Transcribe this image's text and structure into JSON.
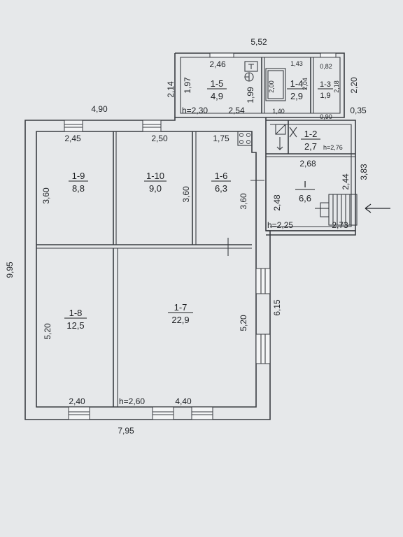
{
  "rooms": [
    {
      "id": "1-9",
      "area": "8,8"
    },
    {
      "id": "1-10",
      "area": "9,0"
    },
    {
      "id": "1-6",
      "area": "6,3"
    },
    {
      "id": "1-8",
      "area": "12,5"
    },
    {
      "id": "1-7",
      "area": "22,9"
    },
    {
      "id": "1-5",
      "area": "4,9"
    },
    {
      "id": "1-4",
      "area": "2,9"
    },
    {
      "id": "1-3",
      "area": "1,9"
    },
    {
      "id": "1-2",
      "area": "2,7"
    },
    {
      "id": "I",
      "area": "6,6"
    }
  ],
  "dimensions": {
    "top_552": "5,52",
    "d_490": "4,90",
    "d_246": "2,46",
    "d_214": "2,14",
    "d_197": "1,97",
    "d_199": "1,99",
    "d_h230": "h=2,30",
    "d_254": "2,54",
    "d_143": "1,43",
    "d_082": "0,82",
    "d_200": "2,00",
    "d_204": "2,04",
    "d_218": "2,18",
    "d_220": "2,20",
    "d_140": "1,40",
    "d_090": "0,90",
    "d_035": "0,35",
    "d_245": "2,45",
    "d_250": "2,50",
    "d_175": "1,75",
    "d_h276": "h=2,76",
    "d_268": "2,68",
    "d_244": "2,44",
    "d_383": "3,83",
    "d_360a": "3,60",
    "d_360b": "3,60",
    "d_360c": "3,60",
    "d_248": "2,48",
    "d_h225": "h=2,25",
    "d_273": "2,73",
    "d_995": "9,95",
    "d_615": "6,15",
    "d_520a": "5,20",
    "d_520b": "5,20",
    "d_240": "2,40",
    "d_h260": "h=2,60",
    "d_440": "4,40",
    "d_795": "7,95"
  }
}
